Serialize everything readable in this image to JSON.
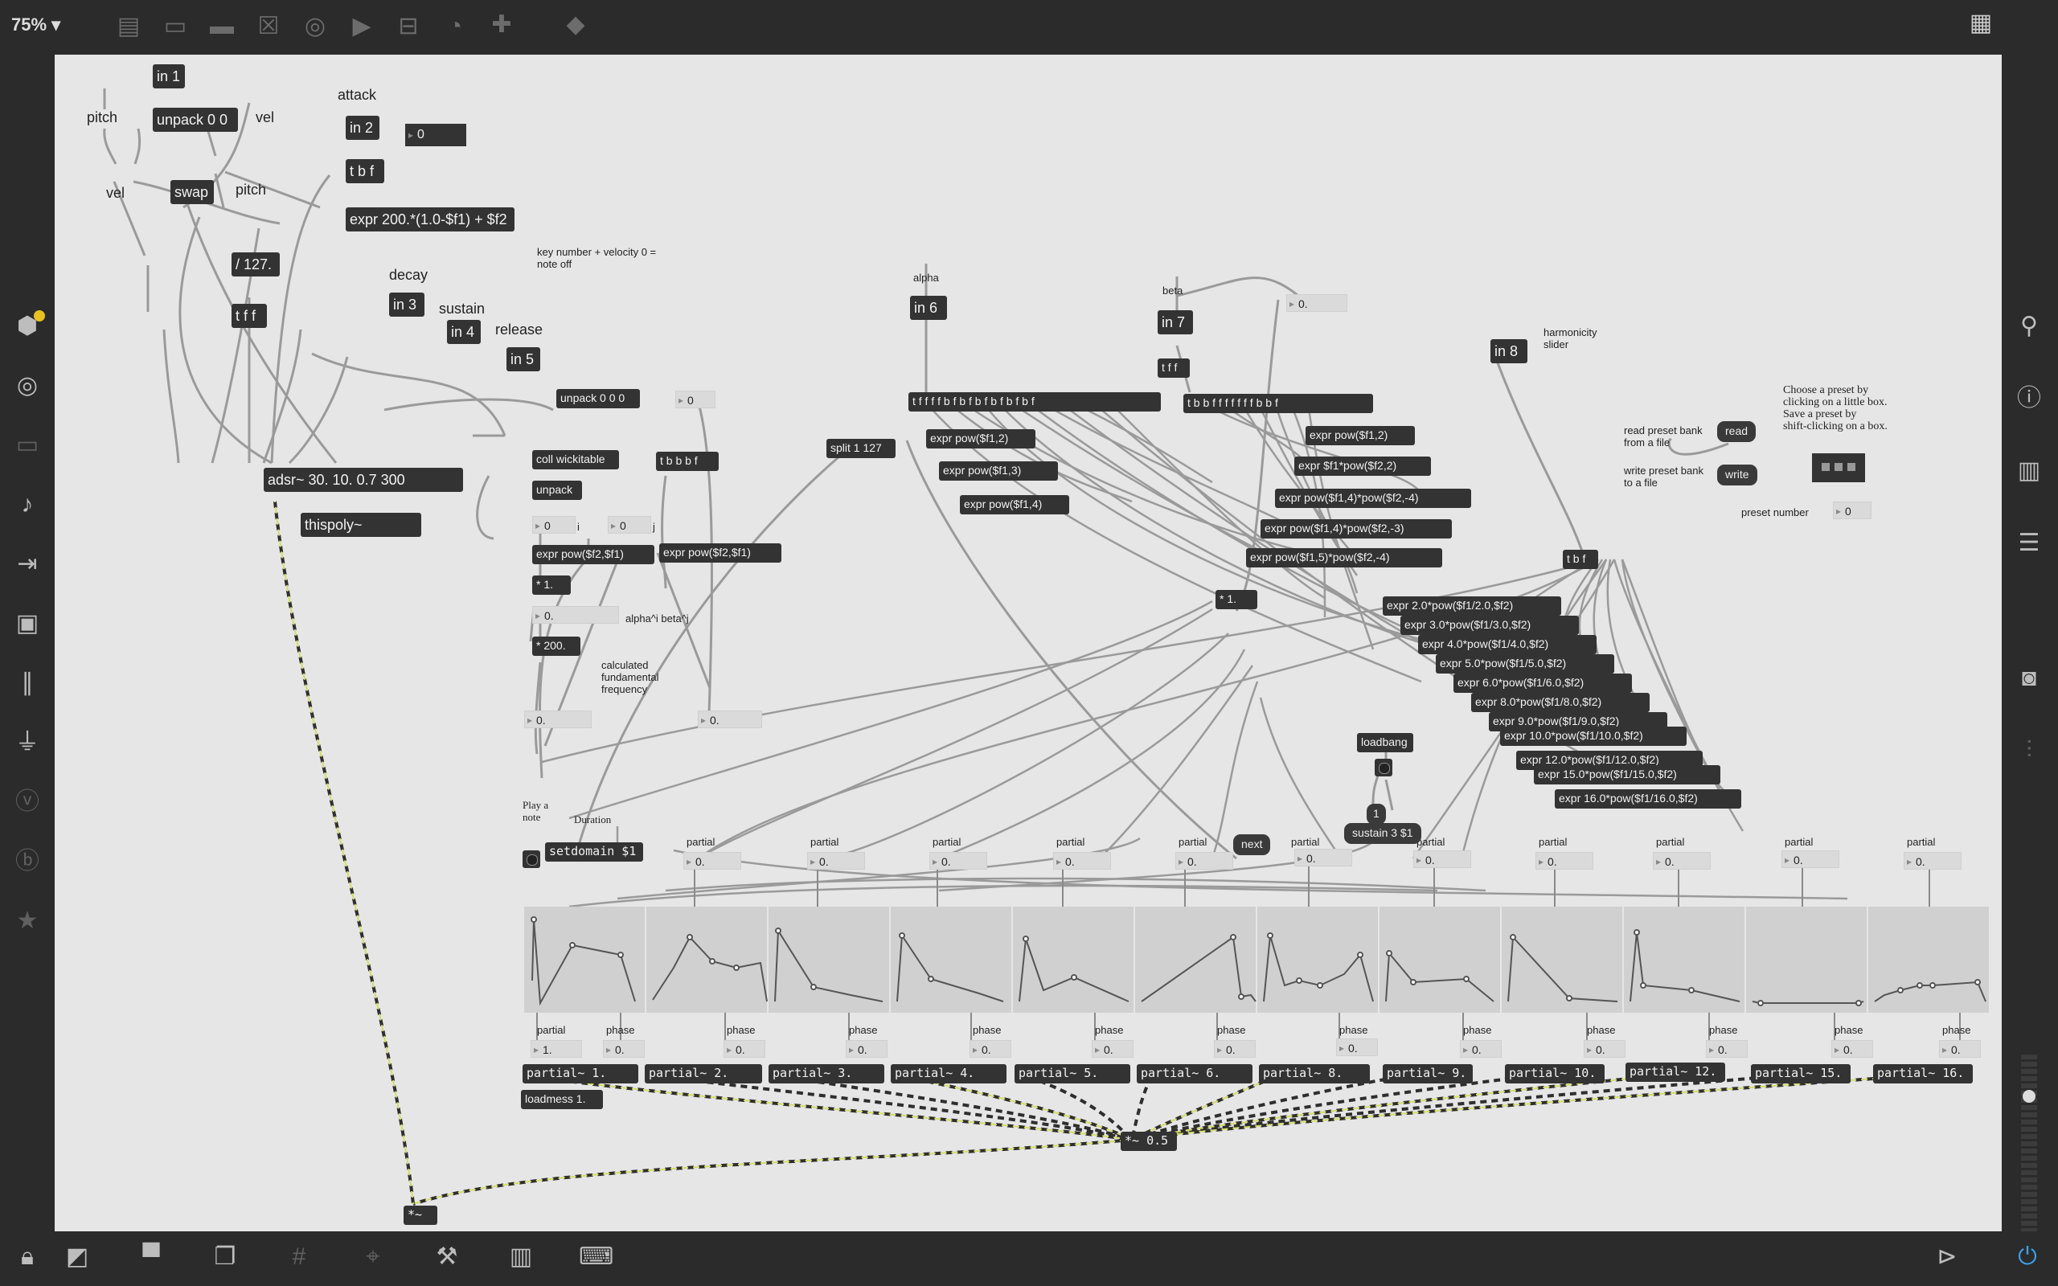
{
  "toolbar": {
    "zoom": "75%"
  },
  "objects": {
    "in1": "in 1",
    "unpack00": "unpack 0 0",
    "swap": "swap",
    "div127": "/ 127.",
    "tff1": "t f f",
    "in2": "in 2",
    "num_attack": "0",
    "tbf1": "t b f",
    "expr200": "expr 200.*(1.0-$f1) + $f2",
    "in3": "in 3",
    "in4": "in 4",
    "in5": "in 5",
    "adsr": "adsr~ 30. 10. 0.7 300",
    "thispoly": "thispoly~",
    "unpack000": "unpack 0 0 0",
    "num_unpack": "0",
    "coll": "coll wickitable",
    "unpack": "unpack",
    "tbbbf": "t b b b f",
    "num_i": "0",
    "num_j": "0",
    "exprpow21": "expr pow($f2,$f1)",
    "exprpow21b": "expr pow($f2,$f1)",
    "mul1": "* 1.",
    "num_mul1": "0.",
    "mul200": "* 200.",
    "num_freq": "0.",
    "num_mid": "0.",
    "split": "split 1 127",
    "in6": "in 6",
    "tff_alpha": "t f f f f b f b f b f b f b f b f",
    "ep12": "expr pow($f1,2)",
    "ep13": "expr pow($f1,3)",
    "ep14": "expr pow($f1,4)",
    "in7": "in 7",
    "tff2": "t f f",
    "num_beta": "0.",
    "tbf_beta": "t b b f f f f f f f b b f",
    "ef12": "expr pow($f1,2)",
    "ef1f2": "expr $f1*pow($f2,2)",
    "ef14": "expr pow($f1,4)*pow($f2,-4)",
    "ef14b": "expr pow($f1,4)*pow($f2,-3)",
    "ef15": "expr pow($f1,5)*pow($f2,-4)",
    "mul1b": "* 1.",
    "in8": "in 8",
    "tbf_h": "t b f",
    "e2": "expr 2.0*pow($f1/2.0,$f2)",
    "e3": "expr 3.0*pow($f1/3.0,$f2)",
    "e4": "expr 4.0*pow($f1/4.0,$f2)",
    "e5": "expr 5.0*pow($f1/5.0,$f2)",
    "e6": "expr 6.0*pow($f1/6.0,$f2)",
    "e8": "expr 8.0*pow($f1/8.0,$f2)",
    "e9": "expr 9.0*pow($f1/9.0,$f2)",
    "e10": "expr 10.0*pow($f1/10.0,$f2)",
    "e12": "expr 12.0*pow($f1/12.0,$f2)",
    "e15": "expr 15.0*pow($f1/15.0,$f2)",
    "e16": "expr 16.0*pow($f1/16.0,$f2)",
    "read": "read",
    "write": "write",
    "num_preset": "0",
    "loadbang": "loadbang",
    "msg1": "1",
    "sustain": "sustain 3 $1",
    "setdomain": "setdomain $1",
    "next": "next",
    "num_partial": "0.",
    "num_partial_in": "1.",
    "num_phase": "0.",
    "p1": "partial~ 1.",
    "p2": "partial~ 2.",
    "p3": "partial~ 3.",
    "p4": "partial~ 4.",
    "p5": "partial~ 5.",
    "p6": "partial~ 6.",
    "p8": "partial~ 8.",
    "p9": "partial~ 9.",
    "p10": "partial~ 10.",
    "p12": "partial~ 12.",
    "p15": "partial~ 15.",
    "p16": "partial~ 16.",
    "loadmess": "loadmess 1.",
    "mulsig": "*~ 0.5",
    "mulsig2": "*~"
  },
  "comments": {
    "pitch": "pitch",
    "vel": "vel",
    "vel2": "vel",
    "pitch2": "pitch",
    "attack": "attack",
    "decay": "decay",
    "sustain": "sustain",
    "release": "release",
    "noteoff": "key number + velocity 0 =\nnote off",
    "alphabeta": "alpha^i beta^j",
    "fund": "calculated\nfundamental\nfrequency",
    "alpha": "alpha",
    "beta": "beta",
    "harm": "harmonicity\nslider",
    "presetinfo": "Choose a preset by\nclicking on a little box.\nSave a preset by\nshift-clicking on a box.",
    "readbank": "read preset bank\nfrom a file",
    "writebank": "write preset bank\nto a file",
    "presetnum": "preset number",
    "playnote": "Play a\nnote",
    "duration": "Duration",
    "partial": "partial",
    "phase": "phase",
    "i": "i",
    "j": "j"
  }
}
